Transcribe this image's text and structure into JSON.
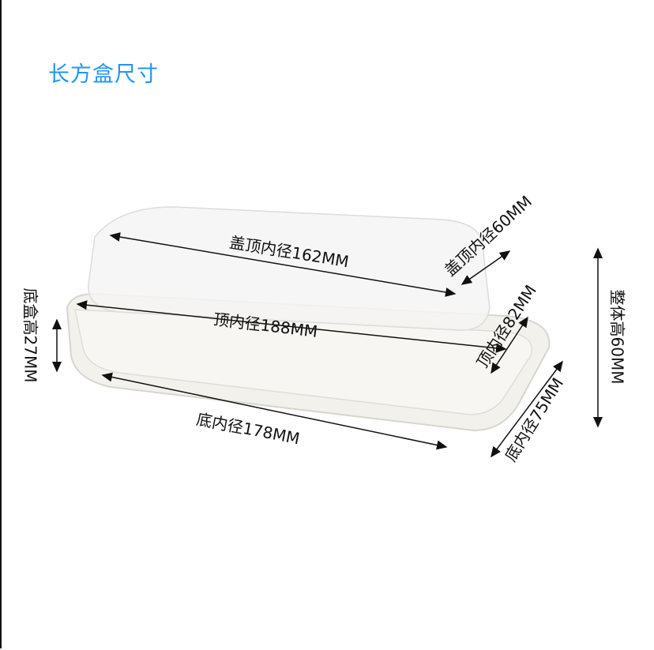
{
  "title": "长方盒尺寸",
  "labels": {
    "lid_top_length": "盖顶内径162MM",
    "top_length": "顶内径188MM",
    "bottom_length": "底内径178MM",
    "lid_top_width": "盖顶内径60MM",
    "top_width": "顶内径82MM",
    "bottom_width": "底内径75MM",
    "base_height": "底盒高27MM",
    "total_height": "整体高60MM"
  },
  "colors": {
    "title": "#2196f3"
  }
}
